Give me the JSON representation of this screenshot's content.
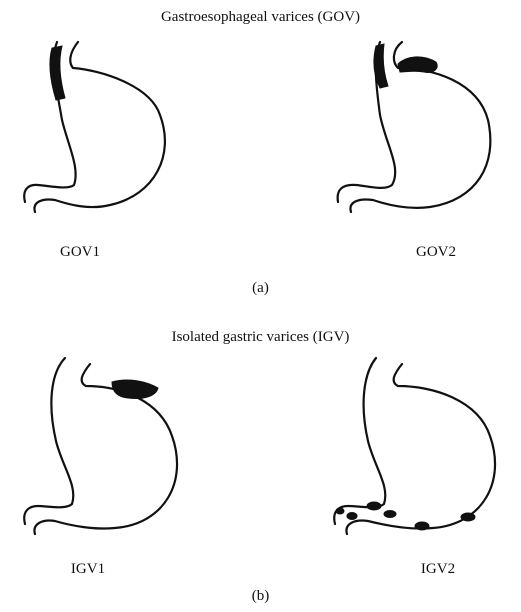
{
  "panel_a": {
    "title": "Gastroesophageal varices (GOV)",
    "label": "(a)",
    "diagrams": [
      {
        "caption": "GOV1"
      },
      {
        "caption": "GOV2"
      }
    ]
  },
  "panel_b": {
    "title": "Isolated gastric varices (IGV)",
    "label": "(b)",
    "diagrams": [
      {
        "caption": "IGV1"
      },
      {
        "caption": "IGV2"
      }
    ]
  }
}
